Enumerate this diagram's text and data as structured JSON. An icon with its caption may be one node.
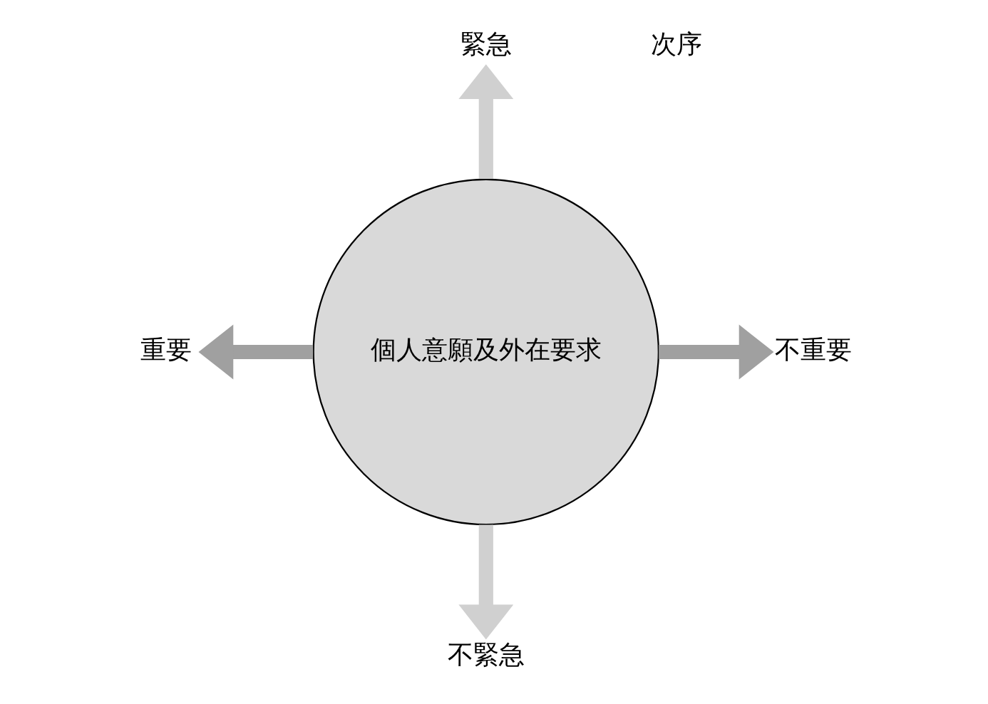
{
  "diagram": {
    "nodes": [
      {
        "text": [
          "個人意願及外在要求"
        ]
      },
      {
        "text": [
          "緊急"
        ]
      },
      {
        "text": [
          "重要"
        ]
      },
      {
        "text": [
          "不重要"
        ]
      },
      {
        "text": [
          "不緊急"
        ]
      }
    ],
    "edges": [
      {
        "from": 0,
        "to": 1,
        "arrow": "to",
        "color": "#d0d0d0"
      },
      {
        "from": 0,
        "to": 2,
        "arrow": "to",
        "color": "#a0a0a0"
      },
      {
        "from": 0,
        "to": 3,
        "arrow": "to",
        "color": "#a0a0a0"
      },
      {
        "from": 0,
        "to": 4,
        "arrow": "to",
        "color": "#d0d0d0"
      }
    ],
    "labels": [
      "次序"
    ]
  }
}
